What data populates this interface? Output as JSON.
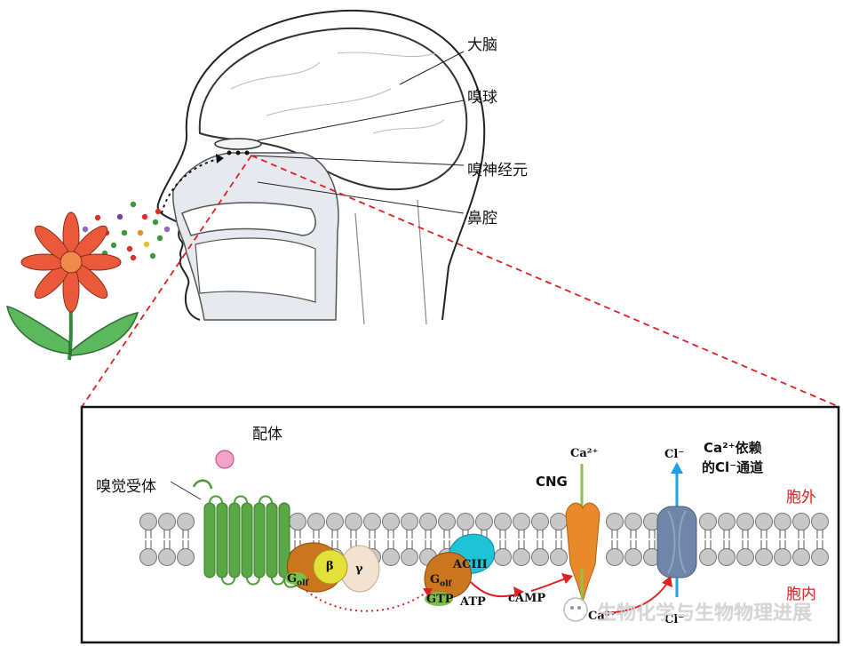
{
  "head_labels": {
    "brain": "大脑",
    "olfactory_bulb": "嗅球",
    "olfactory_neuron": "嗅神经元",
    "nasal_cavity": "鼻腔"
  },
  "pathway": {
    "ligand": "配体",
    "receptor": "嗅觉受体",
    "extracellular": "胞外",
    "intracellular": "胞内",
    "g_olf": "Golf",
    "g_olf_base": "G",
    "g_olf_sub": "olf",
    "beta": "β",
    "gamma": "γ",
    "gtp": "GTP",
    "atp": "ATP",
    "camp": "cAMP",
    "aciii": "ACIII",
    "cng": "CNG",
    "ca_top": "Ca²⁺",
    "ca_bottom": "Ca²⁺",
    "cl_top": "Cl⁻",
    "cl_bottom": "Cl⁻",
    "cl_channel_line1": "Ca²⁺依赖",
    "cl_channel_line2": "的Cl⁻通道"
  },
  "watermark": "生物化学与生物物理进展",
  "colors": {
    "red_dash": "#e02020",
    "receptor_green": "#4e9a3a",
    "golf_orange": "#c9761f",
    "cng_orange": "#e8892a",
    "cl_channel_blue": "#6f86a8",
    "aciii_cyan": "#1fc3d8",
    "ligand_pink": "#f2a3c7",
    "membrane_gray": "#c8c8c8"
  }
}
